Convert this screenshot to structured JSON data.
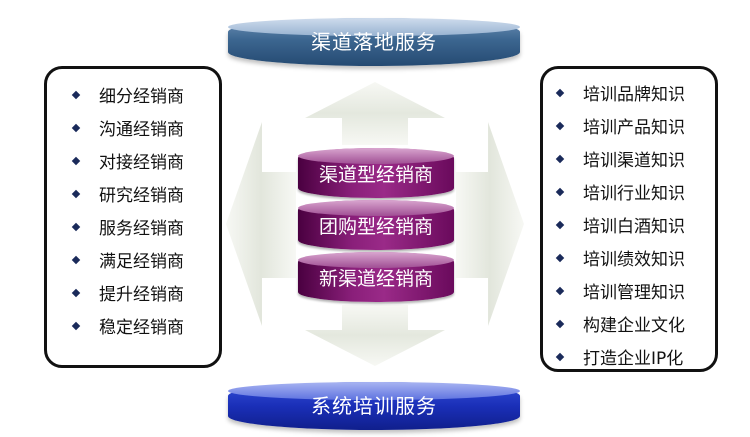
{
  "top_service": {
    "label": "渠道落地服务"
  },
  "bottom_service": {
    "label": "系统培训服务"
  },
  "center_stack": [
    {
      "label": "渠道型经销商"
    },
    {
      "label": "团购型经销商"
    },
    {
      "label": "新渠道经销商"
    }
  ],
  "left_list": [
    {
      "label": "细分经销商"
    },
    {
      "label": "沟通经销商"
    },
    {
      "label": "对接经销商"
    },
    {
      "label": "研究经销商"
    },
    {
      "label": "服务经销商"
    },
    {
      "label": "满足经销商"
    },
    {
      "label": "提升经销商"
    },
    {
      "label": "稳定经销商"
    }
  ],
  "right_list": [
    {
      "label": "培训品牌知识"
    },
    {
      "label": "培训产品知识"
    },
    {
      "label": "培训渠道知识"
    },
    {
      "label": "培训行业知识"
    },
    {
      "label": "培训白酒知识"
    },
    {
      "label": "培训绩效知识"
    },
    {
      "label": "培训管理知识"
    },
    {
      "label": "构建企业文化"
    },
    {
      "label": "打造企业IP化"
    }
  ],
  "colors": {
    "top_cylinder": "#3c6690",
    "bottom_cylinder": "#1a2fb8",
    "center_stack": "#8a1f7a",
    "box_border": "#111111",
    "arrow_fill": "#eef1ea"
  }
}
